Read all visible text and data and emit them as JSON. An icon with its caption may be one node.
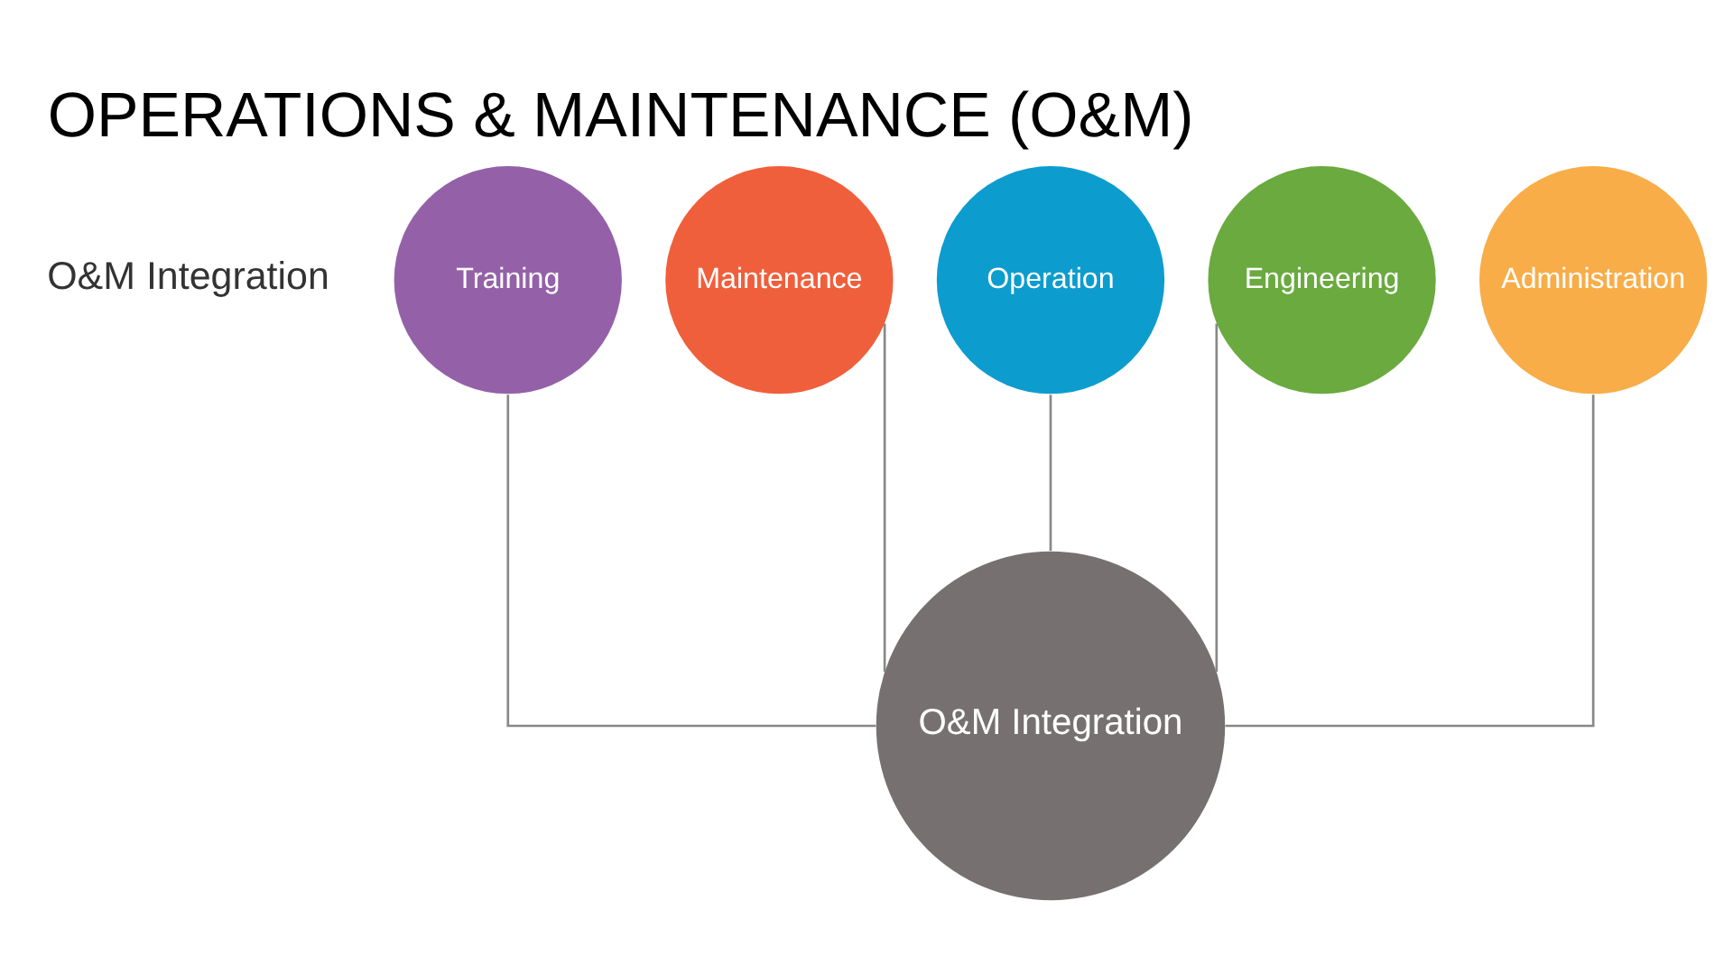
{
  "diagram": {
    "title": "OPERATIONS & MAINTENANCE (O&M)",
    "nodes": [
      {
        "text": [
          "Training"
        ]
      },
      {
        "text": [
          "Maintenance"
        ]
      },
      {
        "text": [
          "Operation"
        ]
      },
      {
        "text": [
          "Engineering"
        ]
      },
      {
        "text": [
          "Administration"
        ]
      },
      {
        "text": [
          "O&M Integration"
        ]
      }
    ],
    "edges": [
      {
        "from": 0,
        "to": 5,
        "arrow": "none"
      },
      {
        "from": 1,
        "to": 5,
        "arrow": "none"
      },
      {
        "from": 2,
        "to": 5,
        "arrow": "none"
      },
      {
        "from": 3,
        "to": 5,
        "arrow": "none"
      },
      {
        "from": 4,
        "to": 5,
        "arrow": "none"
      }
    ],
    "labels": [
      "O&M Integration"
    ]
  }
}
